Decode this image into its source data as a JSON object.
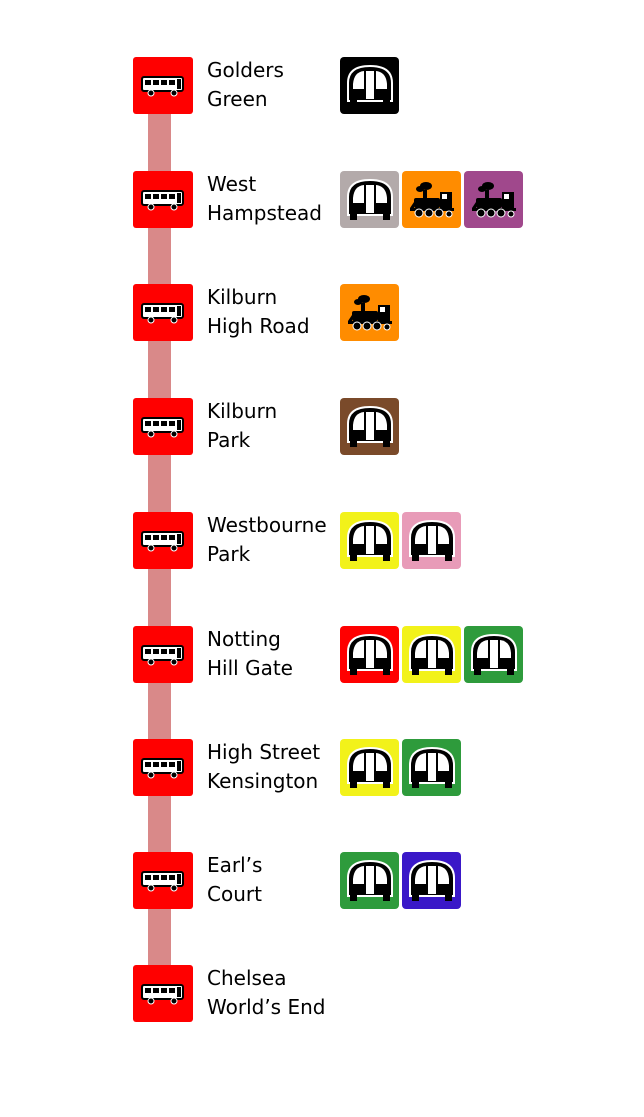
{
  "route": {
    "line_color": "#d98989",
    "bus_tile_color": "#ff0000",
    "stops": [
      {
        "name_line1": "Golders",
        "name_line2": "Green",
        "bus_icon": "bus-icon",
        "services": [
          {
            "mode": "underground",
            "icon": "underground-train-icon",
            "color": "#000000"
          }
        ]
      },
      {
        "name_line1": "West",
        "name_line2": "Hampstead",
        "bus_icon": "bus-icon",
        "services": [
          {
            "mode": "underground",
            "icon": "underground-train-icon",
            "color": "#b3aaaa"
          },
          {
            "mode": "rail",
            "icon": "steam-train-icon",
            "color": "#ff8c00"
          },
          {
            "mode": "rail",
            "icon": "steam-train-icon",
            "color": "#a0488c"
          }
        ]
      },
      {
        "name_line1": "Kilburn",
        "name_line2": "High Road",
        "bus_icon": "bus-icon",
        "services": [
          {
            "mode": "rail",
            "icon": "steam-train-icon",
            "color": "#ff8c00"
          }
        ]
      },
      {
        "name_line1": "Kilburn",
        "name_line2": "Park",
        "bus_icon": "bus-icon",
        "services": [
          {
            "mode": "underground",
            "icon": "underground-train-icon",
            "color": "#7a4a2a"
          }
        ]
      },
      {
        "name_line1": "Westbourne",
        "name_line2": "Park",
        "bus_icon": "bus-icon",
        "services": [
          {
            "mode": "underground",
            "icon": "underground-train-icon",
            "color": "#f2f21a"
          },
          {
            "mode": "underground",
            "icon": "underground-train-icon",
            "color": "#e89bb8"
          }
        ]
      },
      {
        "name_line1": "Notting",
        "name_line2": "Hill Gate",
        "bus_icon": "bus-icon",
        "services": [
          {
            "mode": "underground",
            "icon": "underground-train-icon",
            "color": "#ff0000"
          },
          {
            "mode": "underground",
            "icon": "underground-train-icon",
            "color": "#f2f21a"
          },
          {
            "mode": "underground",
            "icon": "underground-train-icon",
            "color": "#2e9b3c"
          }
        ]
      },
      {
        "name_line1": "High Street",
        "name_line2": "Kensington",
        "bus_icon": "bus-icon",
        "services": [
          {
            "mode": "underground",
            "icon": "underground-train-icon",
            "color": "#f2f21a"
          },
          {
            "mode": "underground",
            "icon": "underground-train-icon",
            "color": "#2e9b3c"
          }
        ]
      },
      {
        "name_line1": "Earl’s",
        "name_line2": "Court",
        "bus_icon": "bus-icon",
        "services": [
          {
            "mode": "underground",
            "icon": "underground-train-icon",
            "color": "#2e9b3c"
          },
          {
            "mode": "underground",
            "icon": "underground-train-icon",
            "color": "#3a18c8"
          }
        ]
      },
      {
        "name_line1": "Chelsea",
        "name_line2": "World’s End",
        "bus_icon": "bus-icon",
        "services": []
      }
    ]
  }
}
